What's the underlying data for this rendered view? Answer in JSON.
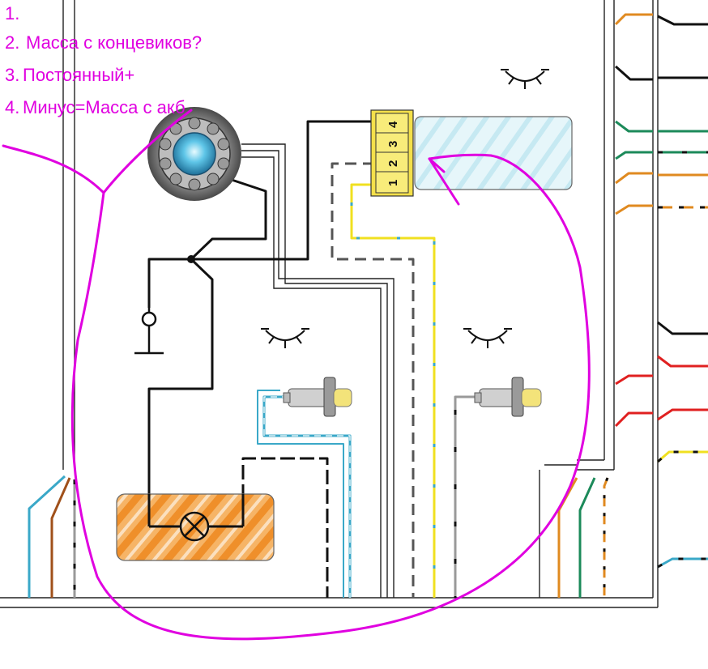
{
  "annotations": [
    {
      "number": "1.",
      "text": ""
    },
    {
      "number": "2.",
      "text": "Масса с концевиков?"
    },
    {
      "number": "3.",
      "text": "Постоянный+"
    },
    {
      "number": "4.",
      "text": "Минус=Масса  с акб"
    }
  ],
  "connector": {
    "pins": [
      "1",
      "2",
      "3",
      "4"
    ]
  },
  "colors": {
    "annotation": "#e000e0",
    "connector_fill": "#f4e04a",
    "lamp_housing": "#f2a03c",
    "switch_light": "#48b8e0",
    "wire_black": "#111111",
    "wire_yellow": "#f0e020",
    "wire_cyan": "#3aa8c8",
    "wire_orange": "#e08a20",
    "wire_green": "#1c8a5a",
    "wire_red": "#e02020",
    "wire_brown": "#a0501a"
  },
  "components": [
    {
      "icon": "illuminated-switch-icon"
    },
    {
      "icon": "dome-lamp-icon"
    },
    {
      "icon": "door-switch-icon"
    },
    {
      "icon": "door-switch-icon"
    },
    {
      "icon": "lamp-symbol-icon"
    },
    {
      "icon": "ground-symbol-icon"
    }
  ]
}
